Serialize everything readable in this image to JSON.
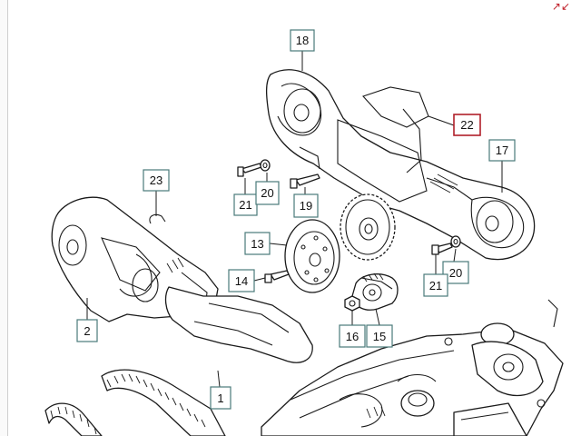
{
  "callouts": [
    {
      "id": "c18",
      "label": "18"
    },
    {
      "id": "c22",
      "label": "22",
      "highlight": true
    },
    {
      "id": "c17",
      "label": "17"
    },
    {
      "id": "c23",
      "label": "23"
    },
    {
      "id": "c21a",
      "label": "21"
    },
    {
      "id": "c20a",
      "label": "20"
    },
    {
      "id": "c19",
      "label": "19"
    },
    {
      "id": "c13",
      "label": "13"
    },
    {
      "id": "c14",
      "label": "14"
    },
    {
      "id": "c2",
      "label": "2"
    },
    {
      "id": "c20b",
      "label": "20"
    },
    {
      "id": "c21b",
      "label": "21"
    },
    {
      "id": "c16",
      "label": "16"
    },
    {
      "id": "c15",
      "label": "15"
    },
    {
      "id": "c1",
      "label": "1"
    }
  ],
  "colors": {
    "callout_border": "#4a7a7a",
    "highlight_border": "#b0202a",
    "line": "#1a1a1a"
  },
  "icons": {
    "corner": "expand-icon"
  }
}
